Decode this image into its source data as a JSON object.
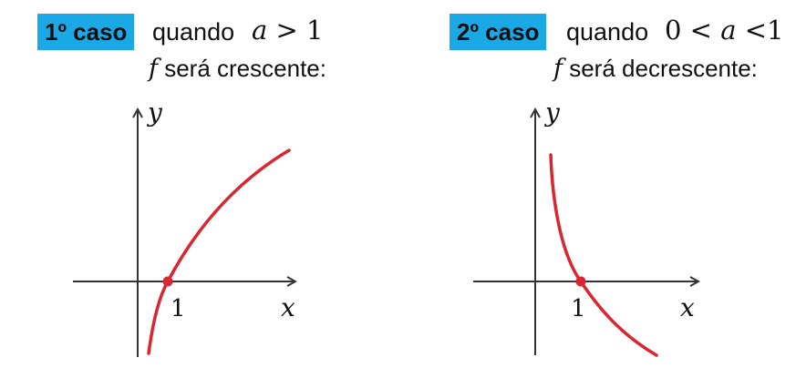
{
  "colors": {
    "badge_background": "#1aa8e6",
    "curve": "#d92630",
    "axis": "#333333"
  },
  "case_1": {
    "badge": "1º caso",
    "when": "quando",
    "condition": {
      "variable": "a",
      "relation": " > 1"
    },
    "behaviour": {
      "function": "f",
      "text": " será crescente:"
    },
    "graph": {
      "type": "logarithm",
      "trend": "increasing",
      "x_axis_label": "x",
      "y_axis_label": "y",
      "tick_label": "1",
      "marked_point": [
        1,
        0
      ]
    }
  },
  "case_2": {
    "badge": "2º caso",
    "when": "quando",
    "condition": {
      "prefix": "0 < ",
      "variable": "a",
      "relation": " <1"
    },
    "behaviour": {
      "function": "f",
      "text": " será decrescente:"
    },
    "graph": {
      "type": "logarithm",
      "trend": "decreasing",
      "x_axis_label": "x",
      "y_axis_label": "y",
      "tick_label": "1",
      "marked_point": [
        1,
        0
      ]
    }
  }
}
